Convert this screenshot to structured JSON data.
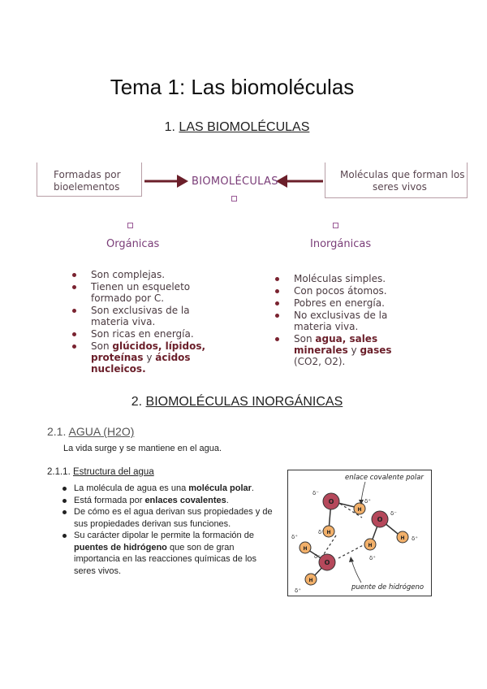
{
  "title": "Tema 1: Las biomoléculas",
  "section1": {
    "number": "1.",
    "heading": "LAS BIOMOLÉCULAS"
  },
  "diagram": {
    "left_box": [
      "Formadas por",
      "bioelementos"
    ],
    "center": "BIOMOLÉCULAS",
    "right_box": [
      "Moléculas que forman los",
      "seres vivos"
    ],
    "organicas": {
      "label": "Orgánicas",
      "items": [
        {
          "parts": [
            {
              "t": "Son complejas."
            }
          ]
        },
        {
          "parts": [
            {
              "t": "Tienen un esqueleto formado por C."
            }
          ]
        },
        {
          "parts": [
            {
              "t": "Son exclusivas de la materia viva."
            }
          ]
        },
        {
          "parts": [
            {
              "t": "Son ricas en energía."
            }
          ]
        },
        {
          "parts": [
            {
              "t": "Son "
            },
            {
              "t": "glúcidos, lípidos, proteínas",
              "b": true
            },
            {
              "t": " y "
            },
            {
              "t": "ácidos nucleicos.",
              "b": true
            }
          ]
        }
      ]
    },
    "inorganicas": {
      "label": "Inorgánicas",
      "items": [
        {
          "parts": [
            {
              "t": "Moléculas simples."
            }
          ]
        },
        {
          "parts": [
            {
              "t": "Con pocos átomos."
            }
          ]
        },
        {
          "parts": [
            {
              "t": "Pobres en energía."
            }
          ]
        },
        {
          "parts": [
            {
              "t": "No exclusivas de la materia viva."
            }
          ]
        },
        {
          "parts": [
            {
              "t": "Son "
            },
            {
              "t": "agua, sales minerales",
              "b": true
            },
            {
              "t": " y "
            },
            {
              "t": "gases",
              "b": true
            },
            {
              "t": " (CO2, O2)."
            }
          ]
        }
      ]
    }
  },
  "section2": {
    "number": "2.",
    "heading": "BIOMOLÉCULAS INORGÁNICAS"
  },
  "section2_1": {
    "number": "2.1.",
    "heading": "AGUA (H2O)",
    "intro": "La vida surge y se mantiene en el agua."
  },
  "section2_1_1": {
    "number": "2.1.1.",
    "heading": "Estructura del agua",
    "bullets": [
      {
        "parts": [
          {
            "t": "La molécula de agua es una "
          },
          {
            "t": "molécula polar",
            "b": true
          },
          {
            "t": "."
          }
        ]
      },
      {
        "parts": [
          {
            "t": "Está formada por "
          },
          {
            "t": "enlaces covalentes",
            "b": true
          },
          {
            "t": "."
          }
        ]
      },
      {
        "parts": [
          {
            "t": "De cómo es el agua derivan sus propiedades y de sus propiedades derivan sus funciones."
          }
        ]
      },
      {
        "parts": [
          {
            "t": "Su carácter dipolar le permite la formación de "
          },
          {
            "t": "puentes de hidrógeno",
            "b": true
          },
          {
            "t": " que son de gran importancia en las reacciones químicas de los seres vivos."
          }
        ]
      }
    ]
  },
  "figure": {
    "label_top": "enlace covalente polar",
    "label_bottom": "puente de hidrógeno",
    "oxygen_label": "O",
    "hydrogen_label": "H",
    "delta_neg": "δ⁻",
    "delta_pos": "δ⁺",
    "colors": {
      "oxygen": "#b5485b",
      "hydrogen": "#f2b06a",
      "ink": "#333333"
    }
  }
}
